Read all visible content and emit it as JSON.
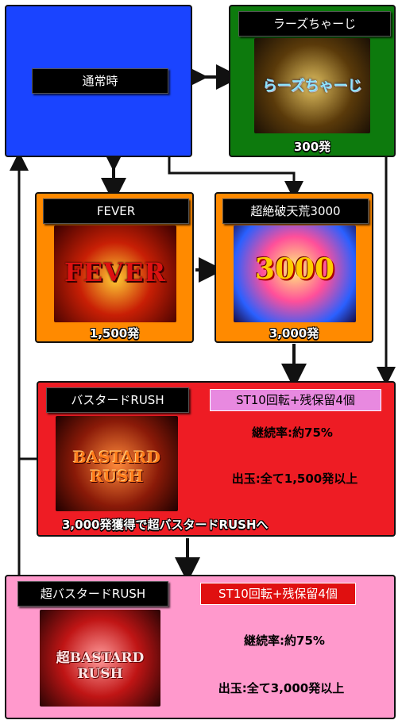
{
  "colors": {
    "normal_box": "#1a44ff",
    "charge_box": "#0d7a0d",
    "fever_box": "#ff8a00",
    "rush_box": "#ee1c24",
    "super_rush_box": "#ff99cc",
    "badge_pink": "#e889e0",
    "badge_red": "#e01010"
  },
  "normal": {
    "title": "通常時"
  },
  "charge": {
    "title": "ラーズちゃーじ",
    "amount": "300発",
    "image_text": "らーズちゃーじ"
  },
  "fever": {
    "title": "FEVER",
    "amount": "1,500発",
    "image_text": "FEVER"
  },
  "super_destruction": {
    "title": "超絶破天荒3000",
    "amount": "3,000発",
    "image_text": "3000"
  },
  "bastard_rush": {
    "title": "バスタードRUSH",
    "badge": "ST10回転+残保留4個",
    "continuation": "継続率:約75%",
    "payout": "出玉:全て1,500発以上",
    "upgrade_note": "3,000発獲得で超バスタードRUSHへ",
    "image_text": "BASTARD RUSH"
  },
  "super_bastard_rush": {
    "title": "超バスタードRUSH",
    "badge": "ST10回転+残保留4個",
    "continuation": "継続率:約75%",
    "payout": "出玉:全て3,000発以上",
    "image_text": "超BASTARD RUSH"
  }
}
